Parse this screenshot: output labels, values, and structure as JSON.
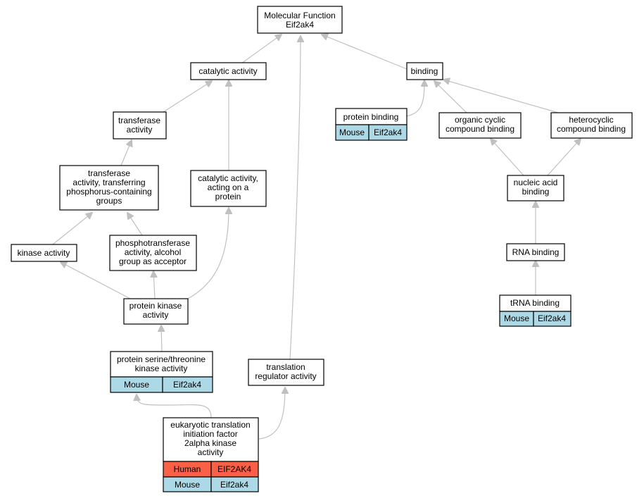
{
  "nodes": {
    "mf": [
      "Molecular Function",
      "Eif2ak4"
    ],
    "catalytic": [
      "catalytic activity"
    ],
    "binding": [
      "binding"
    ],
    "transferase": [
      "transferase",
      "activity"
    ],
    "transferase_p": [
      "transferase",
      "activity, transferring",
      "phosphorus-containing",
      "groups"
    ],
    "catalytic_protein": [
      "catalytic activity,",
      "acting on a",
      "protein"
    ],
    "kinase": [
      "kinase activity"
    ],
    "phosphotransferase": [
      "phosphotransferase",
      "activity, alcohol",
      "group as acceptor"
    ],
    "protein_kinase": [
      "protein kinase",
      "activity"
    ],
    "ser_thr": [
      "protein serine/threonine",
      "kinase activity"
    ],
    "translation_reg": [
      "translation",
      "regulator activity"
    ],
    "eif2ak": [
      "eukaryotic translation",
      "initiation factor",
      "2alpha kinase",
      "activity"
    ],
    "protein_binding": [
      "protein binding"
    ],
    "organic_cyclic": [
      "organic cyclic",
      "compound binding"
    ],
    "heterocyclic": [
      "heterocyclic",
      "compound binding"
    ],
    "nucleic_acid": [
      "nucleic acid",
      "binding"
    ],
    "rna_binding": [
      "RNA binding"
    ],
    "trna_binding": [
      "tRNA binding"
    ]
  },
  "annotations": {
    "ser_thr": [
      {
        "species": "Mouse",
        "gene": "Eif2ak4"
      }
    ],
    "eif2ak": [
      {
        "species": "Human",
        "gene": "EIF2AK4"
      },
      {
        "species": "Mouse",
        "gene": "Eif2ak4"
      }
    ],
    "protein_binding": [
      {
        "species": "Mouse",
        "gene": "Eif2ak4"
      }
    ],
    "trna_binding": [
      {
        "species": "Mouse",
        "gene": "Eif2ak4"
      }
    ]
  },
  "colors": {
    "human_row": "#fa6046",
    "mouse_row": "#add8e6",
    "edge": "#c0c0c0"
  }
}
